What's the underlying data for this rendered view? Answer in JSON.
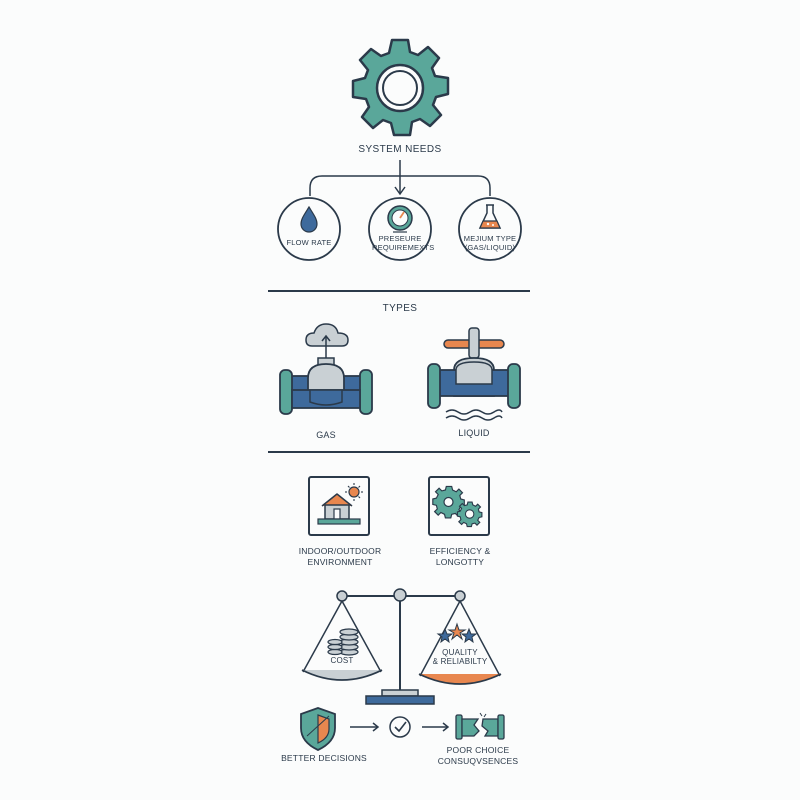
{
  "system_needs": {
    "title": "SYSTEM NEEDS",
    "icon": "gear-icon",
    "criteria": [
      {
        "label": "FLOW RATE",
        "icon": "water-drop-icon"
      },
      {
        "label": "PRESEURE REQUIREMEXTS",
        "icon": "pressure-gauge-icon"
      },
      {
        "label": "MEJIUM TYPE (GAS/LIQUID)",
        "icon": "flask-icon"
      }
    ]
  },
  "types": {
    "title": "TYPES",
    "items": [
      {
        "label": "GAS",
        "icon": "gas-valve-icon"
      },
      {
        "label": "LIQUID",
        "icon": "liquid-valve-icon"
      }
    ]
  },
  "factors": [
    {
      "label_line1": "INDOOR/OUTDOOR",
      "label_line2": "ENVIRONMENT",
      "icon": "house-sun-icon"
    },
    {
      "label_line1": "EFFICIENCY &",
      "label_line2": "LONGOTTY",
      "icon": "gears-icon"
    }
  ],
  "balance": {
    "left": {
      "label": "COST",
      "icon": "coins-icon"
    },
    "right": {
      "label_line1": "QUALITY",
      "label_line2": "& RELIABILTY",
      "icon": "stars-icon"
    }
  },
  "outcomes": {
    "good": {
      "label": "BETTER DECISIONS",
      "icon": "shield-icon"
    },
    "check_icon": "check-circle-icon",
    "bad": {
      "label_line1": "POOR CHOICE",
      "label_line2": "CONSUQVSENCES",
      "icon": "broken-pipe-icon"
    }
  },
  "colors": {
    "teal": "#5aa79a",
    "navy": "#2b3a4a",
    "blue": "#3e6a9c",
    "orange": "#e8874f",
    "gray": "#c9d0d4"
  }
}
